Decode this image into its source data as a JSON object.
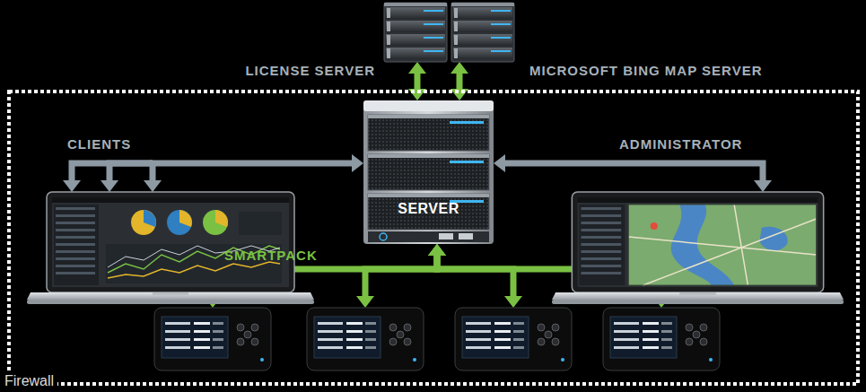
{
  "diagram": {
    "nodes": [
      {
        "text": [
          "LICENSE SERVER"
        ]
      },
      {
        "text": [
          "MICROSOFT BING MAP SERVER"
        ]
      },
      {
        "text": [
          "Firewall"
        ]
      },
      {
        "text": [
          "SERVER"
        ],
        "in": 2
      },
      {
        "text": [
          "CLIENTS"
        ],
        "in": 2
      },
      {
        "text": [
          "ADMINISTRATOR"
        ],
        "in": 2
      },
      {
        "text": [],
        "in": 2
      },
      {
        "text": [],
        "in": 2
      },
      {
        "text": [],
        "in": 2
      },
      {
        "text": [],
        "in": 2
      }
    ],
    "edges": [
      {
        "from": 0,
        "to": 3,
        "arrow": "both"
      },
      {
        "from": 1,
        "to": 3,
        "arrow": "both"
      },
      {
        "from": 4,
        "to": 3,
        "arrow": "both"
      },
      {
        "from": 5,
        "to": 3,
        "arrow": "both"
      },
      {
        "from": 3,
        "to": 6,
        "arrow": "both"
      },
      {
        "from": 3,
        "to": 7,
        "arrow": "both"
      },
      {
        "from": 3,
        "to": 8,
        "arrow": "both"
      },
      {
        "from": 3,
        "to": 9,
        "arrow": "both"
      }
    ],
    "labels": [
      "SMARTPACK"
    ]
  }
}
